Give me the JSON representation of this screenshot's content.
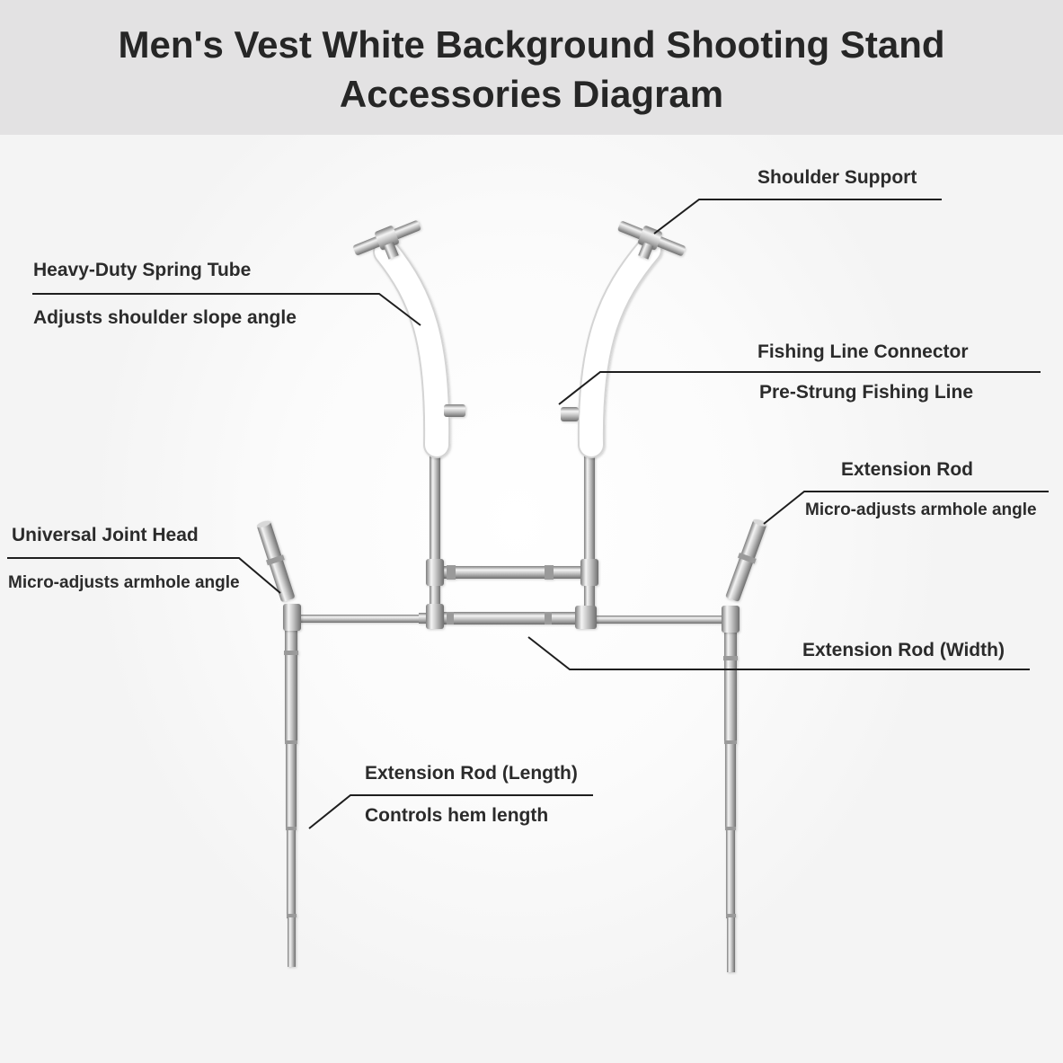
{
  "header": {
    "title_line1": "Men's Vest White Background Shooting Stand",
    "title_line2": "Accessories Diagram"
  },
  "labels": {
    "shoulder_support": "Shoulder Support",
    "spring_tube": "Heavy-Duty Spring Tube",
    "spring_tube_desc": "Adjusts shoulder slope angle",
    "fishing_line_connector": "Fishing Line Connector",
    "fishing_line_desc": "Pre-Strung Fishing Line",
    "extension_rod": "Extension Rod",
    "extension_rod_desc": "Micro-adjusts armhole angle",
    "universal_joint": "Universal Joint Head",
    "universal_joint_desc": "Micro-adjusts armhole angle",
    "extension_rod_width": "Extension Rod (Width)",
    "extension_rod_length": "Extension Rod (Length)",
    "extension_rod_length_desc": "Controls hem length"
  },
  "colors": {
    "header_bg": "#e3e2e3",
    "title": "#262626",
    "label_text": "#2b2b2b",
    "leader_line": "#1e1e1e",
    "metal_light": "#f2f2f2",
    "metal_dark": "#8e8e8e",
    "spring_tube": "#ffffff"
  }
}
